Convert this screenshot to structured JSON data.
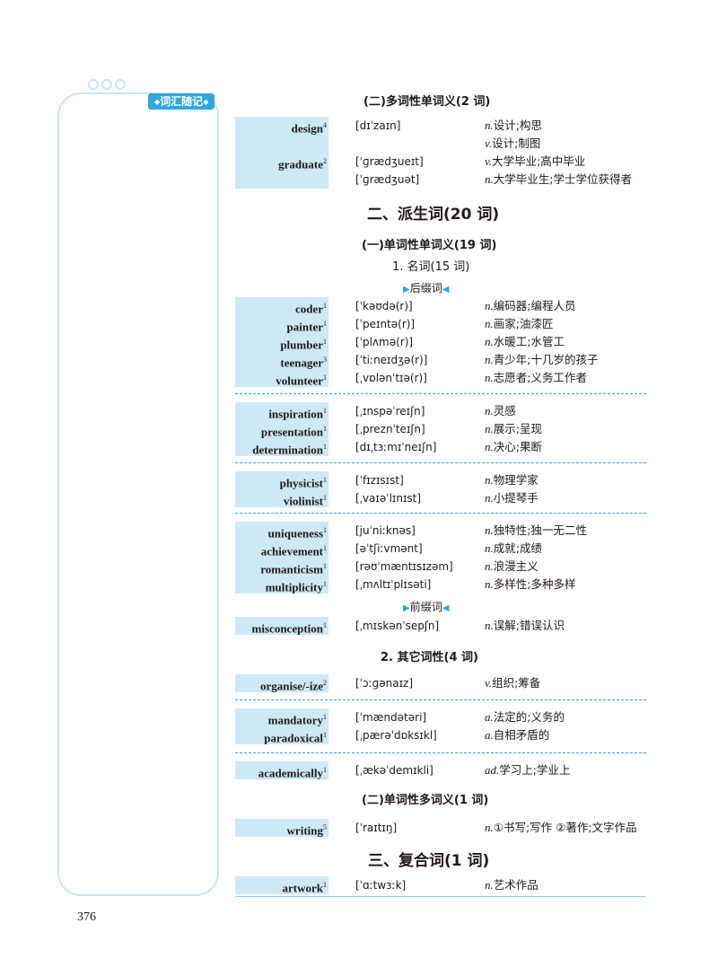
{
  "sidebar": {
    "label": "词汇随记"
  },
  "page_number": "376",
  "sec_a": {
    "title": "(二)多词性单词义(2 词)",
    "rows": [
      {
        "word": "design",
        "freq": "4",
        "ph": "[dɪˈzaɪn]",
        "pos": "n.",
        "mean": "设计;构思"
      },
      {
        "word": "",
        "freq": "",
        "ph": "",
        "pos": "v.",
        "mean": "设计;制图"
      },
      {
        "word": "graduate",
        "freq": "2",
        "ph": "[ˈɡrædʒueɪt]",
        "pos": "v.",
        "mean": "大学毕业;高中毕业"
      },
      {
        "word": "",
        "freq": "",
        "ph": "[ˈɡrædʒuət]",
        "pos": "n.",
        "mean": "大学毕业生;学士学位获得者"
      }
    ]
  },
  "sec_b": {
    "title": "二、派生词(20 词)"
  },
  "sec_b1": {
    "title": "(一)单词性单词义(19 词)",
    "cat": "1. 名词(15 词)",
    "suffix_label": "后缀词",
    "prefix_label": "前缀词"
  },
  "grp1": [
    {
      "word": "coder",
      "freq": "1",
      "ph": "[ˈkəʊdə(r)]",
      "pos": "n.",
      "mean": "编码器;编程人员"
    },
    {
      "word": "painter",
      "freq": "1",
      "ph": "[ˈpeɪntə(r)]",
      "pos": "n.",
      "mean": "画家;油漆匠"
    },
    {
      "word": "plumber",
      "freq": "1",
      "ph": "[ˈplʌmə(r)]",
      "pos": "n.",
      "mean": "水暖工;水管工"
    },
    {
      "word": "teenager",
      "freq": "3",
      "ph": "[ˈtiːneɪdʒə(r)]",
      "pos": "n.",
      "mean": "青少年;十几岁的孩子"
    },
    {
      "word": "volunteer",
      "freq": "1",
      "ph": "[ˌvɒlənˈtɪə(r)]",
      "pos": "n.",
      "mean": "志愿者;义务工作者"
    }
  ],
  "grp2": [
    {
      "word": "inspiration",
      "freq": "1",
      "ph": "[ˌɪnspəˈreɪʃn]",
      "pos": "n.",
      "mean": "灵感"
    },
    {
      "word": "presentation",
      "freq": "1",
      "ph": "[ˌpreznˈteɪʃn]",
      "pos": "n.",
      "mean": "展示;呈现"
    },
    {
      "word": "determination",
      "freq": "1",
      "ph": "[dɪˌtɜːmɪˈneɪʃn]",
      "pos": "n.",
      "mean": "决心;果断"
    }
  ],
  "grp3": [
    {
      "word": "physicist",
      "freq": "1",
      "ph": "[ˈfɪzɪsɪst]",
      "pos": "n.",
      "mean": "物理学家"
    },
    {
      "word": "violinist",
      "freq": "1",
      "ph": "[ˌvaɪəˈlɪnɪst]",
      "pos": "n.",
      "mean": "小提琴手"
    }
  ],
  "grp4": [
    {
      "word": "uniqueness",
      "freq": "1",
      "ph": "[juˈniːknəs]",
      "pos": "n.",
      "mean": "独特性;独一无二性"
    },
    {
      "word": "achievement",
      "freq": "1",
      "ph": "[əˈtʃiːvmənt]",
      "pos": "n.",
      "mean": "成就;成绩"
    },
    {
      "word": "romanticism",
      "freq": "1",
      "ph": "[rəʊˈmæntɪsɪzəm]",
      "pos": "n.",
      "mean": "浪漫主义"
    },
    {
      "word": "multiplicity",
      "freq": "1",
      "ph": "[ˌmʌltɪˈplɪsəti]",
      "pos": "n.",
      "mean": "多样性;多种多样"
    }
  ],
  "grp5": [
    {
      "word": "misconception",
      "freq": "1",
      "ph": "[ˌmɪskənˈsepʃn]",
      "pos": "n.",
      "mean": "误解;错误认识"
    }
  ],
  "sec_b2": {
    "cat": "2. 其它词性(4 词)"
  },
  "grp6": [
    {
      "word": "organise/-ize",
      "freq": "2",
      "ph": "[ˈɔːɡənaɪz]",
      "pos": "v.",
      "mean": "组织;筹备"
    }
  ],
  "grp7": [
    {
      "word": "mandatory",
      "freq": "1",
      "ph": "[ˈmændətəri]",
      "pos": "a.",
      "mean": "法定的;义务的"
    },
    {
      "word": "paradoxical",
      "freq": "1",
      "ph": "[ˌpærəˈdɒksɪkl]",
      "pos": "a.",
      "mean": "自相矛盾的"
    }
  ],
  "grp8": [
    {
      "word": "academically",
      "freq": "1",
      "ph": "[ˌækəˈdemɪkli]",
      "pos": "ad.",
      "mean": "学习上;学业上"
    }
  ],
  "sec_b3": {
    "title": "(二)单词性多词义(1 词)"
  },
  "grp9": [
    {
      "word": "writing",
      "freq": "5",
      "ph": "[ˈraɪtɪŋ]",
      "pos": "n.",
      "mean": "①书写;写作 ②著作;文字作品"
    }
  ],
  "sec_c": {
    "title": "三、复合词(1 词)"
  },
  "grp10": [
    {
      "word": "artwork",
      "freq": "1",
      "ph": "[ˈɑːtwɜːk]",
      "pos": "n.",
      "mean": "艺术作品"
    }
  ]
}
